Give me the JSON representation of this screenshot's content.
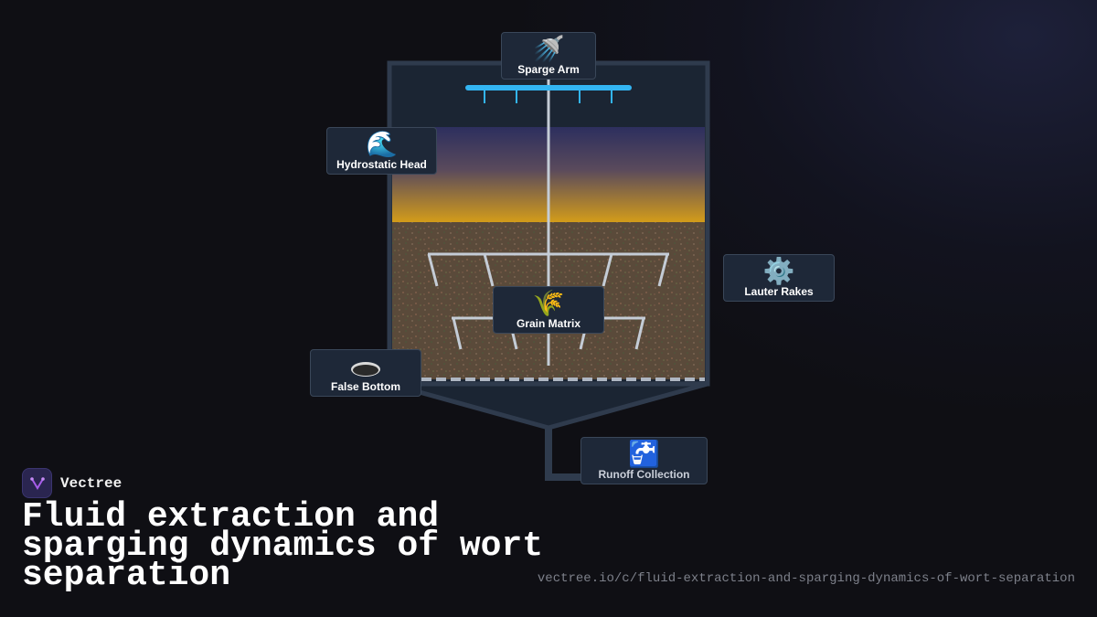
{
  "diagram": {
    "labels": {
      "sparge_arm": {
        "icon": "shower-icon",
        "glyph": "🚿",
        "text": "Sparge Arm"
      },
      "hydrostatic_head": {
        "icon": "water-wave-icon",
        "glyph": "🌊",
        "text": "Hydrostatic Head"
      },
      "lauter_rakes": {
        "icon": "gear-icon",
        "glyph": "⚙️",
        "text": "Lauter Rakes"
      },
      "grain_matrix": {
        "icon": "wheat-icon",
        "glyph": "🌾",
        "text": "Grain Matrix"
      },
      "false_bottom": {
        "icon": "disc-icon",
        "glyph": "",
        "text": "False Bottom"
      },
      "runoff_collection": {
        "icon": "faucet-icon",
        "glyph": "🚰",
        "text": "Runoff Collection"
      }
    },
    "colors": {
      "vessel_wall": "#2f3b4d",
      "vessel_fill": "#1b2533",
      "sparge": "#33b5f2",
      "liquid_top": "#2d2f5e",
      "liquid_bottom": "#d39c1a",
      "grain_bed": "#5a4a3a",
      "rakes": "#c4ccd6"
    }
  },
  "footer": {
    "brand": "Vectree",
    "title": "Fluid extraction and sparging dynamics of wort separation",
    "url": "vectree.io/c/fluid-extraction-and-sparging-dynamics-of-wort-separation"
  }
}
